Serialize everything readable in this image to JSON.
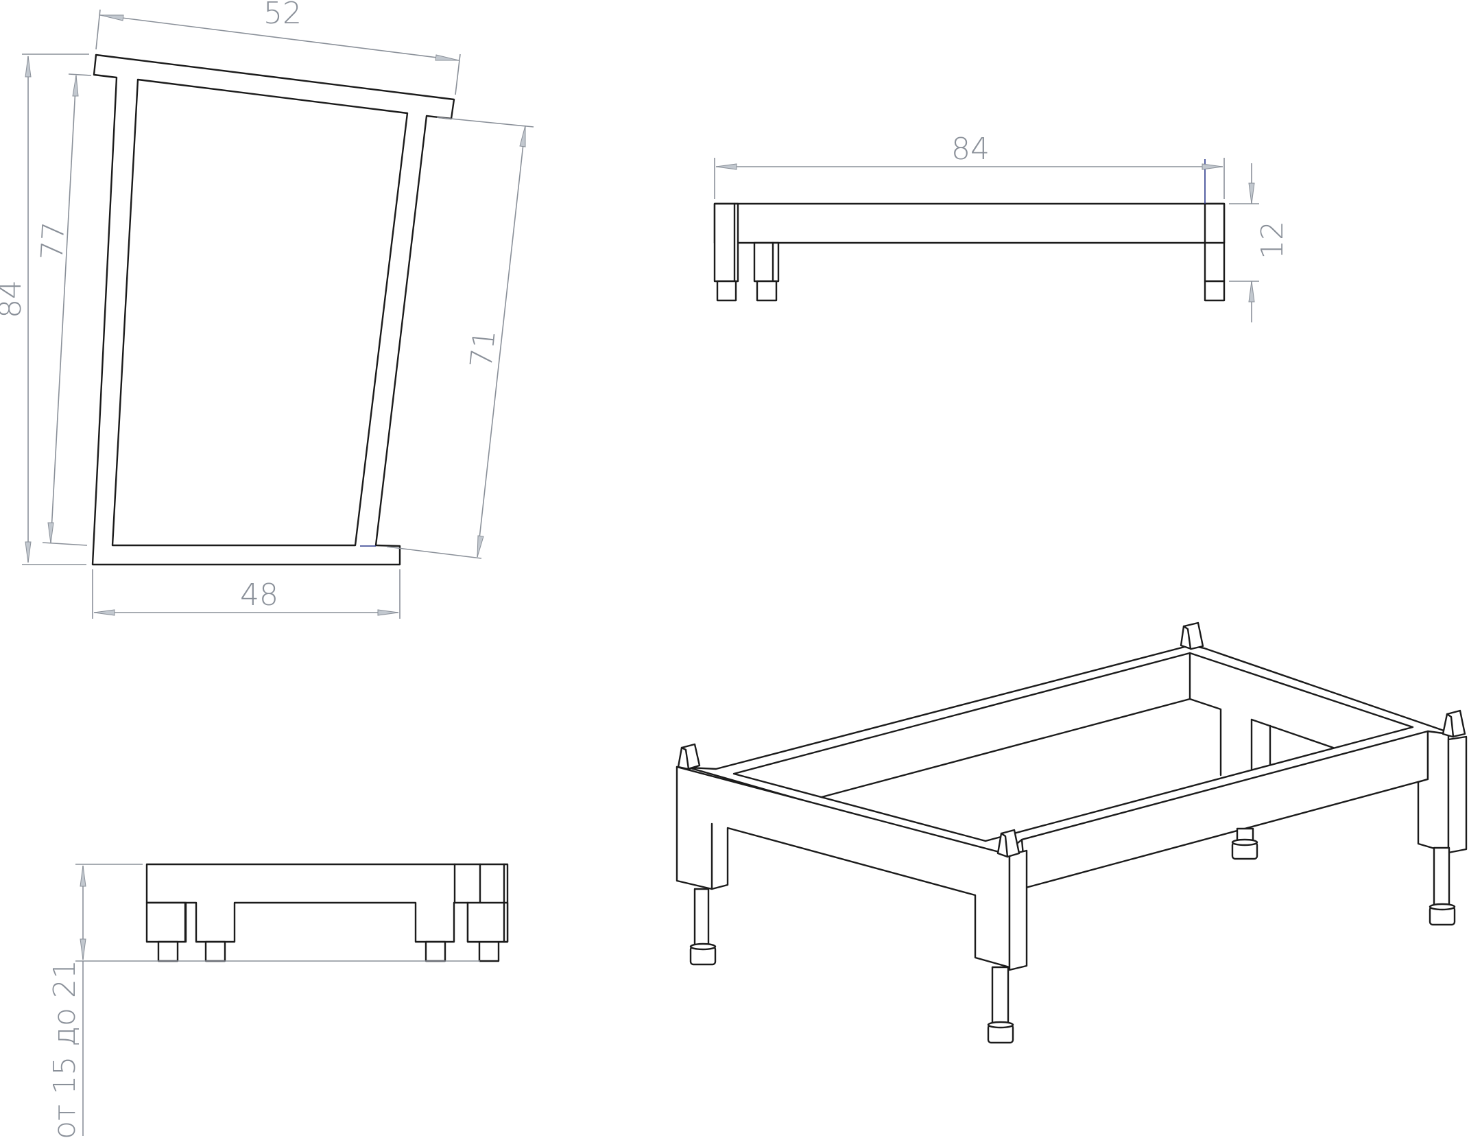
{
  "dimensions": {
    "top_width": "52",
    "bottom_width": "48",
    "outer_height": "84",
    "inner_height": "77",
    "right_height": "71",
    "length": "84",
    "frame_height": "12",
    "leg_height": "от 15 до 21"
  },
  "colors": {
    "line": "#1b1b1b",
    "dimension": "#8a9099",
    "background": "#ffffff"
  }
}
